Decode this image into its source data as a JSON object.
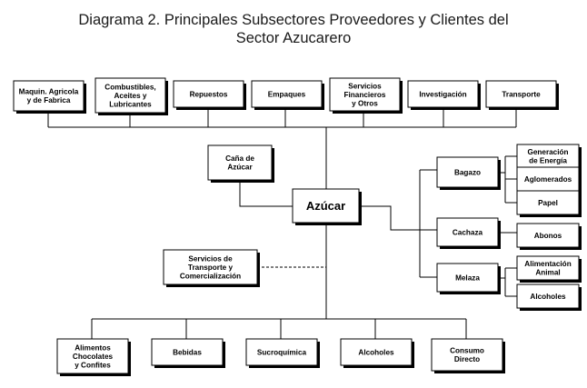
{
  "title": {
    "line1": "Diagrama 2. Principales Subsectores Proveedores y Clientes del",
    "line2": "Sector Azucarero"
  },
  "nodes": {
    "maquinaria": [
      "Maquin. Agricola",
      "y de Fabrica"
    ],
    "combustibles": [
      "Combustibles,",
      "Aceites y",
      "Lubricantes"
    ],
    "repuestos": [
      "Repuestos"
    ],
    "empaques": [
      "Empaques"
    ],
    "servicios_financieros": [
      "Servicios",
      "Financieros",
      "y Otros"
    ],
    "investigacion": [
      "Investigación"
    ],
    "transporte": [
      "Transporte"
    ],
    "cana": [
      "Caña de",
      "Azúcar"
    ],
    "azucar": [
      "Azúcar"
    ],
    "servicios_transporte": [
      "Servicios de",
      "Transporte y",
      "Comercialización"
    ],
    "bagazo": [
      "Bagazo"
    ],
    "cachaza": [
      "Cachaza"
    ],
    "melaza": [
      "Melaza"
    ],
    "generacion": [
      "Generación",
      "de Energía"
    ],
    "aglomerados": [
      "Aglomerados"
    ],
    "papel": [
      "Papel"
    ],
    "abonos": [
      "Abonos"
    ],
    "alimentacion_animal": [
      "Alimentación",
      "Animal"
    ],
    "alcoholes_melaza": [
      "Alcoholes"
    ],
    "alimentos": [
      "Alimentos",
      "Chocolates",
      "y Confites"
    ],
    "bebidas": [
      "Bebidas"
    ],
    "sucroquimica": [
      "Sucroquímica"
    ],
    "alcoholes": [
      "Alcoholes"
    ],
    "consumo": [
      "Consumo",
      "Directo"
    ]
  }
}
